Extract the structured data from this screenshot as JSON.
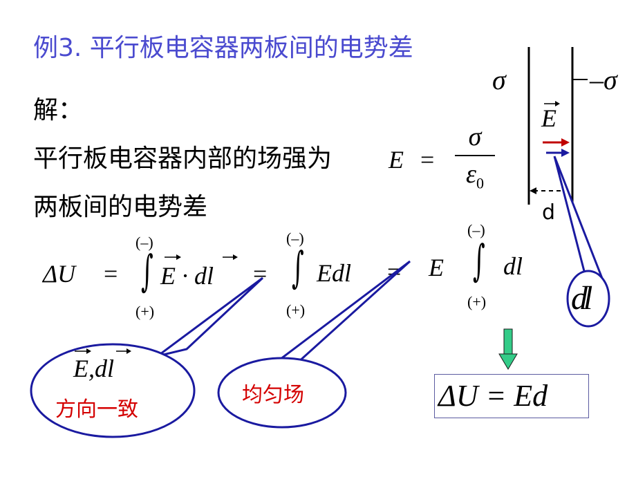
{
  "title": "例3. 平行板电容器两板间的电势差",
  "solution_label": "解：",
  "line1": "平行板电容器内部的场强为",
  "line2": "两板间的电势差",
  "field_formula": {
    "lhs": "E",
    "eq": "=",
    "numerator": "σ",
    "denominator": "ε",
    "denominator_sub": "0"
  },
  "integral_formula": {
    "lhs": "ΔU",
    "eq": "=",
    "integrand_1": "E · dl",
    "integrand_2": "Edl",
    "coef_3": "E",
    "integrand_3": "dl",
    "upper_limit": "(–)",
    "lower_limit": "(+)"
  },
  "callout_1": {
    "vectors": "E,dl",
    "note": "方向一致"
  },
  "callout_2": {
    "note": "均匀场"
  },
  "callout_3": {
    "text": "dl"
  },
  "result": "ΔU = Ed",
  "diagram": {
    "left_charge": "σ",
    "right_charge": "–σ",
    "field_label": "E",
    "gap_label": "d"
  }
}
